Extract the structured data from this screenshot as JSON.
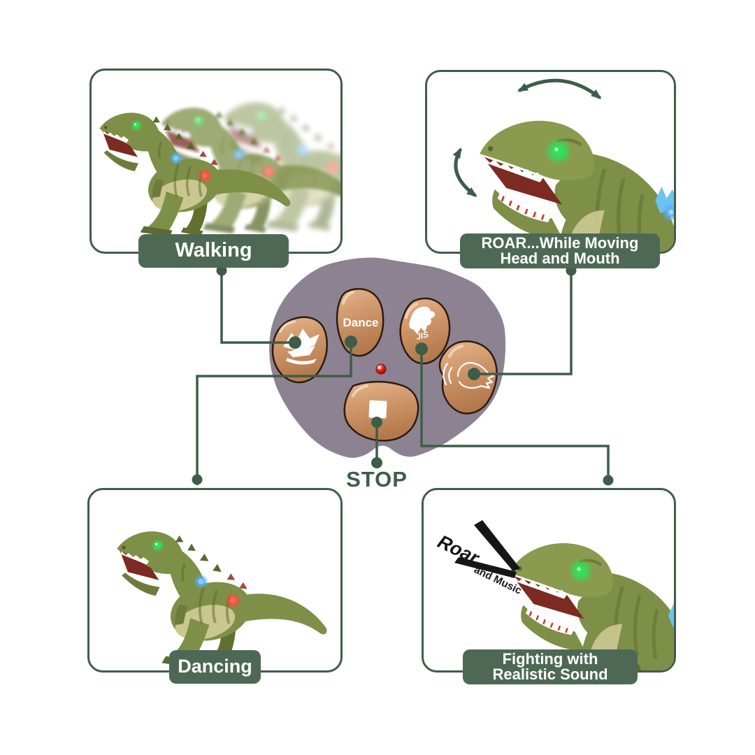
{
  "colors": {
    "accent_green": "#4d6955",
    "line_green": "#3e5d49",
    "panel_border": "#3f5d4b",
    "stop_text": "#3e5d49",
    "button_tan": "#cf9a70",
    "rock_gray": "#8d8292",
    "led_red": "#e3170d",
    "light_green": "#2fe05a",
    "light_blue": "#57b0ff",
    "light_red": "#ff4a3c",
    "dino_green": "#7e8f47"
  },
  "panels": {
    "walking": {
      "label": "Walking"
    },
    "roar": {
      "label_line1": "ROAR...While Moving",
      "label_line2": "Head and Mouth"
    },
    "dancing": {
      "label": "Dancing"
    },
    "fighting": {
      "label_line1": "Fighting with",
      "label_line2": "Realistic Sound"
    }
  },
  "remote": {
    "buttons": {
      "walk": {
        "icon": "walking-dino-icon"
      },
      "dance": {
        "label": "Dance"
      },
      "fight": {
        "label": "JIS",
        "icon": "dancing-dino-icon"
      },
      "roar": {
        "icon": "roaring-dino-head-icon"
      },
      "stop": {
        "icon": "stop-square-icon"
      }
    },
    "stop_label": "STOP",
    "led": "power-led"
  },
  "annotations": {
    "roar_big": "Roar",
    "roar_small": "and Music"
  }
}
